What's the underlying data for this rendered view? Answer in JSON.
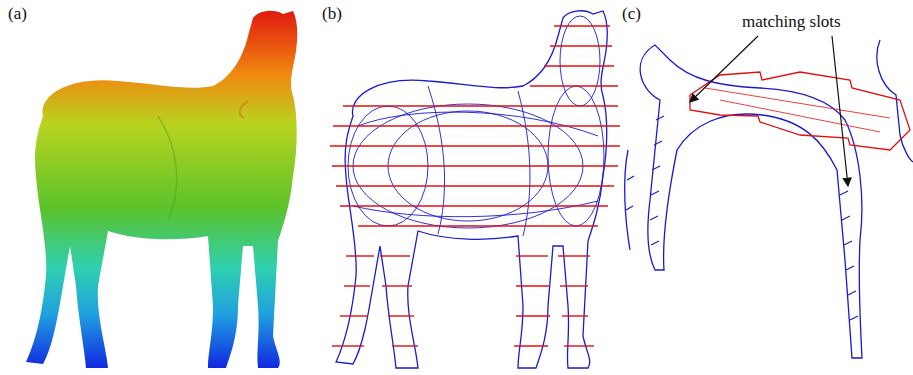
{
  "diagram": {
    "labels": [
      "(a)",
      "(b)",
      "(c)",
      "matching slots"
    ]
  }
}
